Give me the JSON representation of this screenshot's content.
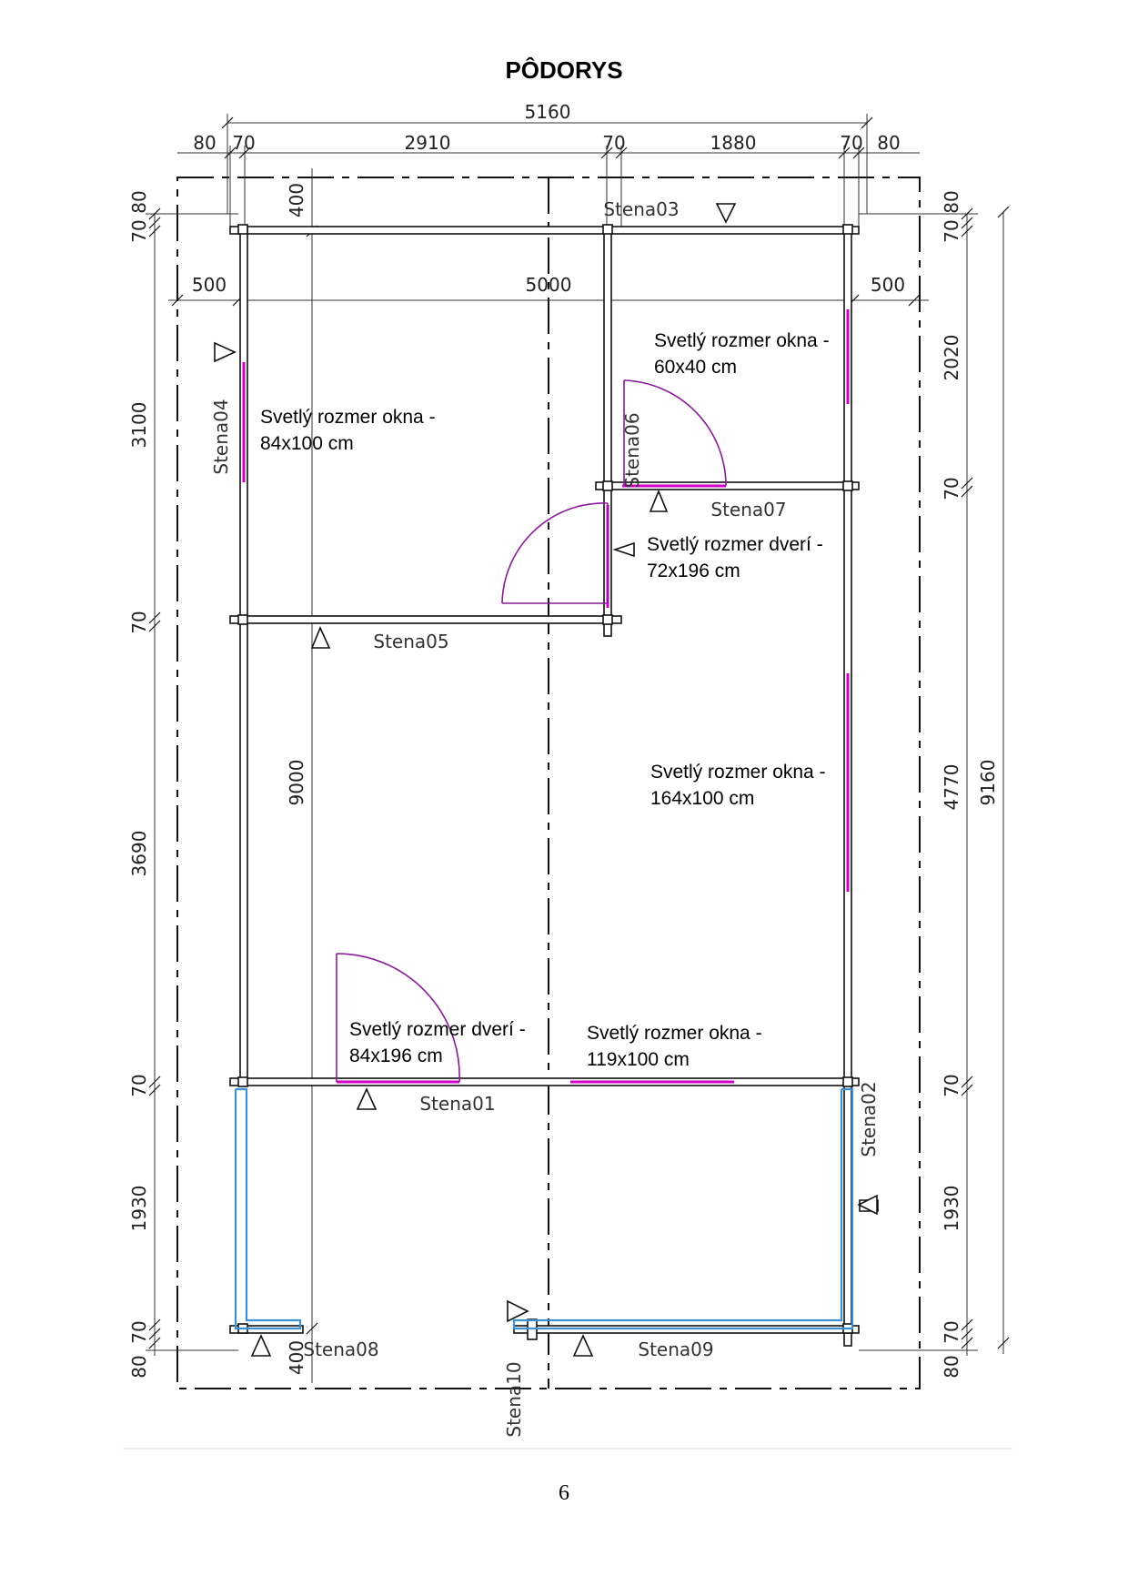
{
  "title": "PÔDORYS",
  "page_number": "6",
  "dimensions": {
    "top_total": "5160",
    "top_segments": [
      "80",
      "70",
      "2910",
      "70",
      "1880",
      "70",
      "80"
    ],
    "inner_top": [
      "500",
      "5000",
      "500"
    ],
    "left_segments": [
      "80",
      "70",
      "3100",
      "70",
      "3690",
      "70",
      "1930",
      "70",
      "80"
    ],
    "right_segments": [
      "80",
      "70",
      "2020",
      "70",
      "4770",
      "70",
      "1930",
      "70",
      "80"
    ],
    "right_total": "9160",
    "inner_vertical": "9000",
    "top_offset": "400",
    "bottom_offset": "400"
  },
  "walls": [
    "Stena01",
    "Stena02",
    "Stena03",
    "Stena04",
    "Stena05",
    "Stena06",
    "Stena07",
    "Stena08",
    "Stena09",
    "Stena10"
  ],
  "notes": {
    "window_60x40": [
      "Svetlý rozmer okna -",
      "60x40 cm"
    ],
    "window_84x100": [
      "Svetlý rozmer okna -",
      "84x100 cm"
    ],
    "door_72x196": [
      "Svetlý rozmer dverí -",
      "72x196 cm"
    ],
    "window_164x100": [
      "Svetlý rozmer okna -",
      "164x100 cm"
    ],
    "door_84x196": [
      "Svetlý rozmer dverí -",
      "84x196 cm"
    ],
    "window_119x100": [
      "Svetlý rozmer okna -",
      "119x100 cm"
    ]
  },
  "colors": {
    "window": "#d000c8",
    "door": "#8a1a9a",
    "terrace": "#3d8fd6"
  }
}
